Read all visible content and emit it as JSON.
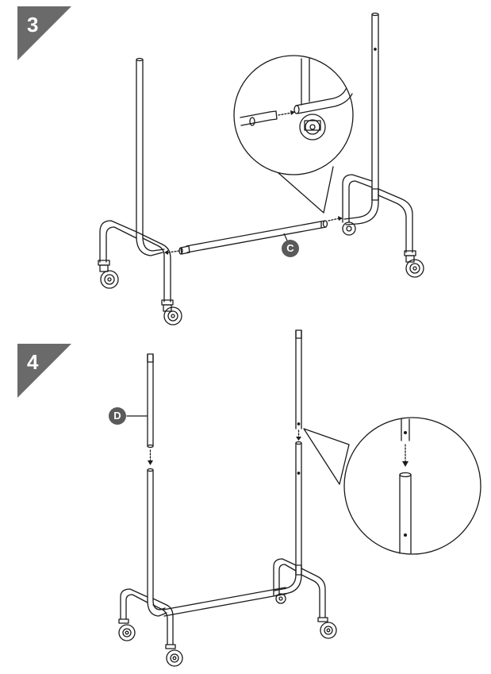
{
  "steps": [
    {
      "number": "3"
    },
    {
      "number": "4"
    }
  ],
  "callouts": {
    "c": "C",
    "d": "D"
  },
  "colors": {
    "badge": "#6a6a6a",
    "callout": "#5a5a5a",
    "line": "#1a1a1a"
  }
}
